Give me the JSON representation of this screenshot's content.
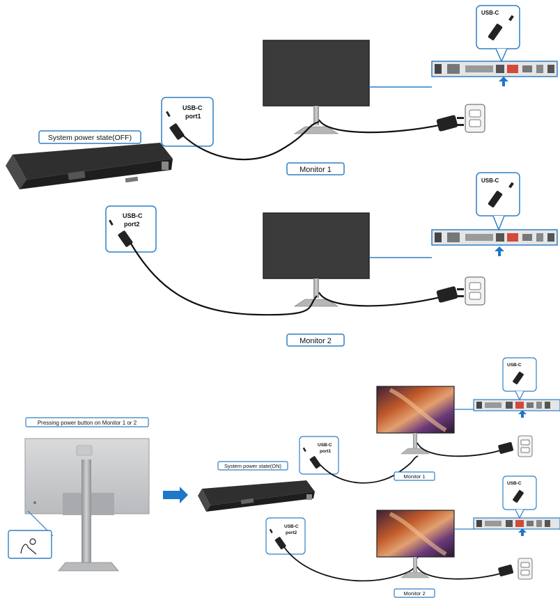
{
  "top_panel": {
    "dock_state_label": "System power state(OFF)",
    "port1_label_line1": "USB-C",
    "port1_label_line2": "port1",
    "port2_label_line1": "USB-C",
    "port2_label_line2": "port2",
    "monitor1_caption": "Monitor 1",
    "monitor2_caption": "Monitor 2",
    "monitor1_port_callout": "USB-C",
    "monitor2_port_callout": "USB-C"
  },
  "bottom_panel": {
    "pressing_label": "Pressing power button on Monitor 1 or 2",
    "dock_state_label": "System power state(ON)",
    "port1_label_line1": "USB-C",
    "port1_label_line2": "port1",
    "port2_label_line1": "USB-C",
    "port2_label_line2": "port2",
    "monitor1_caption": "Monitor 1",
    "monitor2_caption": "Monitor 2",
    "monitor1_port_callout": "USB-C",
    "monitor2_port_callout": "USB-C"
  },
  "colors": {
    "callout_border": "#2e7fc4",
    "arrow": "#1f77c8",
    "dock_body": "#3a3a3a",
    "screen_off": "#3b3b3b",
    "cable": "#111111"
  }
}
